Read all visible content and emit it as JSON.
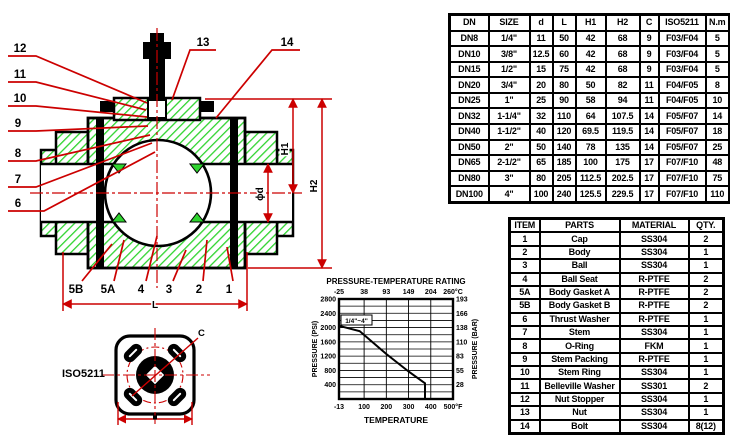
{
  "colors": {
    "accent_red": "#cc0000",
    "hatch_green": "#2fd42f",
    "line_black": "#000000"
  },
  "drawing": {
    "callouts": [
      {
        "label": "12"
      },
      {
        "label": "11"
      },
      {
        "label": "10"
      },
      {
        "label": "9"
      },
      {
        "label": "8"
      },
      {
        "label": "7"
      },
      {
        "label": "6"
      },
      {
        "label": "13"
      },
      {
        "label": "14"
      },
      {
        "label": "5B"
      },
      {
        "label": "5A"
      },
      {
        "label": "4"
      },
      {
        "label": "3"
      },
      {
        "label": "2"
      },
      {
        "label": "1"
      }
    ],
    "dimensions": {
      "h1": "H1",
      "h2": "H2",
      "length": "L",
      "bore": "ϕd",
      "stem_square": "C"
    },
    "iso_label": "ISO5211"
  },
  "chart_data": {
    "type": "line",
    "title": "PRESSURE-TEMPERATURE RATING",
    "xlabel": "TEMPERATURE",
    "ylabel_left": "PRESSURE (PSI)",
    "ylabel_right": "PRESSURE (BAR)",
    "xlim_f": [
      -13,
      500
    ],
    "ylim_psi": [
      0,
      2800
    ],
    "grid_step_psi": 200,
    "grid": true,
    "xticks_f": [
      -13,
      100,
      200,
      300,
      400,
      500
    ],
    "xtick_labels_f": [
      "-13",
      "100",
      "200",
      "300",
      "400",
      "500°F"
    ],
    "xtick_labels_c": [
      "-25",
      "38",
      "93",
      "149",
      "204",
      "260°C"
    ],
    "yticks_psi": [
      400,
      800,
      1200,
      1600,
      2000,
      2400,
      2800
    ],
    "ytick_labels_bar": [
      "28",
      "55",
      "83",
      "110",
      "138",
      "166",
      "193"
    ],
    "size_range_label": "1/4\"~4\"",
    "series": [
      {
        "name": "rating",
        "points_f_psi": [
          [
            -13,
            2050
          ],
          [
            80,
            1900
          ],
          [
            200,
            1260
          ],
          [
            300,
            770
          ],
          [
            374,
            440
          ],
          [
            374,
            0
          ]
        ]
      }
    ]
  },
  "dn_table": {
    "headers": [
      "DN",
      "SIZE",
      "d",
      "L",
      "H1",
      "H2",
      "C",
      "ISO5211",
      "N.m"
    ],
    "rows": [
      [
        "DN8",
        "1/4\"",
        "11",
        "50",
        "42",
        "68",
        "9",
        "F03/F04",
        "5"
      ],
      [
        "DN10",
        "3/8\"",
        "12.5",
        "60",
        "42",
        "68",
        "9",
        "F03/F04",
        "5"
      ],
      [
        "DN15",
        "1/2\"",
        "15",
        "75",
        "42",
        "68",
        "9",
        "F03/F04",
        "5"
      ],
      [
        "DN20",
        "3/4\"",
        "20",
        "80",
        "50",
        "82",
        "11",
        "F04/F05",
        "8"
      ],
      [
        "DN25",
        "1\"",
        "25",
        "90",
        "58",
        "94",
        "11",
        "F04/F05",
        "10"
      ],
      [
        "DN32",
        "1-1/4\"",
        "32",
        "110",
        "64",
        "107.5",
        "14",
        "F05/F07",
        "14"
      ],
      [
        "DN40",
        "1-1/2\"",
        "40",
        "120",
        "69.5",
        "119.5",
        "14",
        "F05/F07",
        "18"
      ],
      [
        "DN50",
        "2\"",
        "50",
        "140",
        "78",
        "135",
        "14",
        "F05/F07",
        "25"
      ],
      [
        "DN65",
        "2-1/2\"",
        "65",
        "185",
        "100",
        "175",
        "17",
        "F07/F10",
        "48"
      ],
      [
        "DN80",
        "3\"",
        "80",
        "205",
        "112.5",
        "202.5",
        "17",
        "F07/F10",
        "75"
      ],
      [
        "DN100",
        "4\"",
        "100",
        "240",
        "125.5",
        "229.5",
        "17",
        "F07/F10",
        "110"
      ]
    ]
  },
  "parts_table": {
    "headers": [
      "ITEM",
      "PARTS",
      "MATERIAL",
      "QTY."
    ],
    "rows": [
      [
        "1",
        "Cap",
        "SS304",
        "2"
      ],
      [
        "2",
        "Body",
        "SS304",
        "1"
      ],
      [
        "3",
        "Ball",
        "SS304",
        "1"
      ],
      [
        "4",
        "Ball Seat",
        "R-PTFE",
        "2"
      ],
      [
        "5A",
        "Body Gasket A",
        "R-PTFE",
        "2"
      ],
      [
        "5B",
        "Body Gasket B",
        "R-PTFE",
        "2"
      ],
      [
        "6",
        "Thrust Washer",
        "R-PTFE",
        "1"
      ],
      [
        "7",
        "Stem",
        "SS304",
        "1"
      ],
      [
        "8",
        "O-Ring",
        "FKM",
        "1"
      ],
      [
        "9",
        "Stem Packing",
        "R-PTFE",
        "1"
      ],
      [
        "10",
        "Stem Ring",
        "SS304",
        "1"
      ],
      [
        "11",
        "Belleville Washer",
        "SS301",
        "2"
      ],
      [
        "12",
        "Nut Stopper",
        "SS304",
        "1"
      ],
      [
        "13",
        "Nut",
        "SS304",
        "1"
      ],
      [
        "14",
        "Bolt",
        "SS304",
        "8(12)"
      ]
    ]
  }
}
